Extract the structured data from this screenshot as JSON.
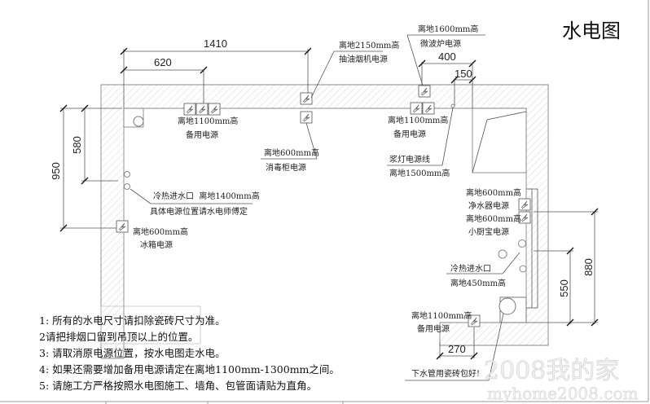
{
  "title": "水电图",
  "dimensions": {
    "d1410": "1410",
    "d620": "620",
    "d950": "950",
    "d580": "580",
    "d400": "400",
    "d150": "150",
    "d880": "880",
    "d550": "550",
    "d270": "270"
  },
  "labels": {
    "hood_h": "离地2150mm高",
    "hood": "抽油烟机电源",
    "micro_h": "离地1600mm高",
    "micro": "微波炉电源",
    "backup1_h": "离地1100mm高",
    "backup1": "备用电源",
    "backup2_h": "离地1100mm高",
    "backup2": "备用电源",
    "steril_h": "离地600mm高",
    "steril": "消毒柜电源",
    "lamp": "浆灯电源线",
    "lamp_h": "离地1500mm高",
    "water1": "冷热进水口  离地1400mm高",
    "water1_note": "具体电源位置请水电师傅定",
    "fridge_h": "离地600mm高",
    "fridge": "冰箱电源",
    "purifier_h": "离地600mm高",
    "purifier": "净水器电源",
    "heater_h": "离地600mm高",
    "heater": "小厨宝电源",
    "water2": "冷热进水口",
    "water2_h": "离地450mm高",
    "backup3_h": "离地1100mm高",
    "backup3": "备用电源",
    "drain": "下水管用瓷砖包好!"
  },
  "notes": [
    "1: 所有的水电尺寸请扣除瓷砖尺寸为准。",
    "2请把排烟口留到吊顶以上的位置。",
    "3: 请取消原电源位置，按水电图走水电。",
    "4: 如果还需要增加备用电源请定在离地1100mm-1300mm之间。",
    "5: 请施工方严格按照水电图施工、墙角、包管面请贴为直角。"
  ],
  "watermark": {
    "name": "2008我的家",
    "url": "myhome2008.com"
  }
}
